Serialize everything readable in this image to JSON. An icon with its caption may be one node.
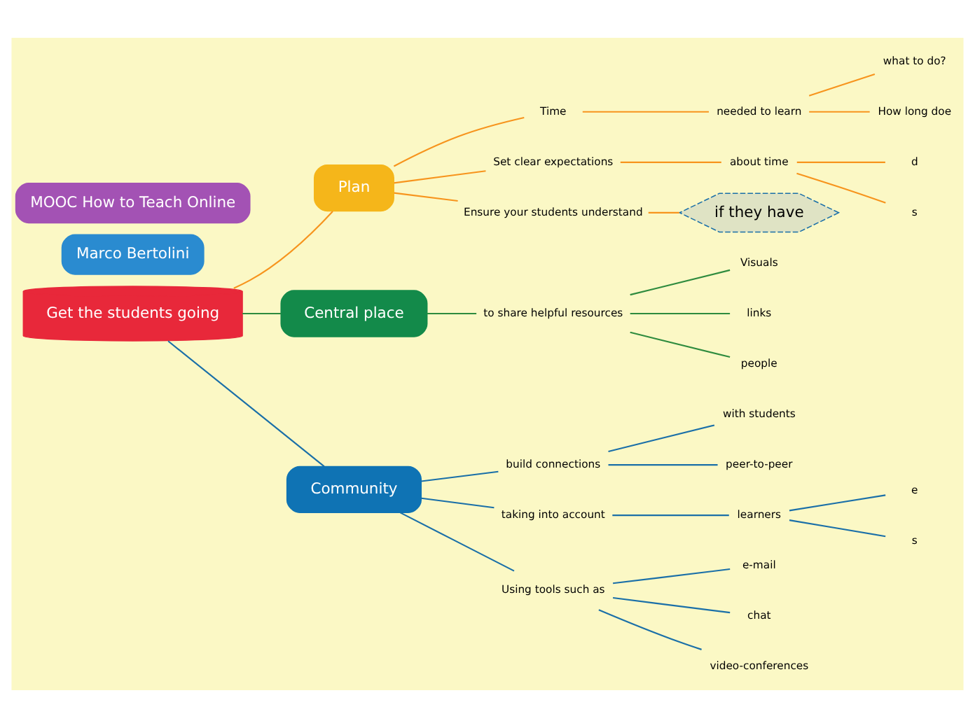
{
  "diagram": {
    "nodes": [
      {
        "text": [
          "Get the students going"
        ]
      },
      {
        "text": [
          "Plan"
        ]
      },
      {
        "text": [
          "Time"
        ]
      },
      {
        "text": [
          "needed to learn"
        ]
      },
      {
        "text": [
          "what to do?"
        ]
      },
      {
        "text": [
          "How long doe"
        ]
      },
      {
        "text": [
          "Set clear expectations"
        ]
      },
      {
        "text": [
          "about time"
        ]
      },
      {
        "text": [
          "d"
        ]
      },
      {
        "text": [
          "s"
        ]
      },
      {
        "text": [
          "Ensure your students understand"
        ]
      },
      {
        "text": [
          "if they have"
        ]
      },
      {
        "text": [
          "Central place"
        ]
      },
      {
        "text": [
          "to share helpful resources"
        ]
      },
      {
        "text": [
          "Visuals"
        ]
      },
      {
        "text": [
          "links"
        ]
      },
      {
        "text": [
          "people"
        ]
      },
      {
        "text": [
          "Community"
        ]
      },
      {
        "text": [
          "build connections"
        ]
      },
      {
        "text": [
          "with students"
        ]
      },
      {
        "text": [
          "peer-to-peer"
        ]
      },
      {
        "text": [
          "taking into account"
        ]
      },
      {
        "text": [
          "learners"
        ]
      },
      {
        "text": [
          "e"
        ]
      },
      {
        "text": [
          "s"
        ]
      },
      {
        "text": [
          "Using tools such as"
        ]
      },
      {
        "text": [
          "e-mail"
        ]
      },
      {
        "text": [
          "chat"
        ]
      },
      {
        "text": [
          "video-conferences"
        ]
      },
      {
        "text": [
          "Marco Bertolini"
        ]
      },
      {
        "text": [
          "MOOC How to Teach Online"
        ]
      }
    ],
    "edges": [
      {
        "from": 0,
        "to": 1,
        "arrow": "none",
        "color": "#f7941d"
      },
      {
        "from": 1,
        "to": 2,
        "arrow": "none",
        "color": "#f7941d"
      },
      {
        "from": 2,
        "to": 3,
        "arrow": "none",
        "color": "#f7941d"
      },
      {
        "from": 3,
        "to": 4,
        "arrow": "none",
        "color": "#f7941d"
      },
      {
        "from": 3,
        "to": 5,
        "arrow": "none",
        "color": "#f7941d"
      },
      {
        "from": 1,
        "to": 6,
        "arrow": "none",
        "color": "#f7941d"
      },
      {
        "from": 6,
        "to": 7,
        "arrow": "none",
        "color": "#f7941d"
      },
      {
        "from": 7,
        "to": 8,
        "arrow": "none",
        "color": "#f7941d"
      },
      {
        "from": 7,
        "to": 9,
        "arrow": "none",
        "color": "#f7941d"
      },
      {
        "from": 1,
        "to": 10,
        "arrow": "none",
        "color": "#f7941d"
      },
      {
        "from": 10,
        "to": 11,
        "arrow": "none",
        "color": "#f7941d"
      },
      {
        "from": 0,
        "to": 12,
        "arrow": "none",
        "color": "#2e8b3e"
      },
      {
        "from": 12,
        "to": 13,
        "arrow": "none",
        "color": "#2e8b3e"
      },
      {
        "from": 13,
        "to": 14,
        "arrow": "none",
        "color": "#2e8b3e"
      },
      {
        "from": 13,
        "to": 15,
        "arrow": "none",
        "color": "#2e8b3e"
      },
      {
        "from": 13,
        "to": 16,
        "arrow": "none",
        "color": "#2e8b3e"
      },
      {
        "from": 0,
        "to": 17,
        "arrow": "none",
        "color": "#1a6fa8"
      },
      {
        "from": 17,
        "to": 18,
        "arrow": "none",
        "color": "#1a6fa8"
      },
      {
        "from": 18,
        "to": 19,
        "arrow": "none",
        "color": "#1a6fa8"
      },
      {
        "from": 18,
        "to": 20,
        "arrow": "none",
        "color": "#1a6fa8"
      },
      {
        "from": 17,
        "to": 21,
        "arrow": "none",
        "color": "#1a6fa8"
      },
      {
        "from": 21,
        "to": 22,
        "arrow": "none",
        "color": "#1a6fa8"
      },
      {
        "from": 22,
        "to": 23,
        "arrow": "none",
        "color": "#1a6fa8"
      },
      {
        "from": 22,
        "to": 24,
        "arrow": "none",
        "color": "#1a6fa8"
      },
      {
        "from": 17,
        "to": 25,
        "arrow": "none",
        "color": "#1a6fa8"
      },
      {
        "from": 25,
        "to": 26,
        "arrow": "none",
        "color": "#1a6fa8"
      },
      {
        "from": 25,
        "to": 27,
        "arrow": "none",
        "color": "#1a6fa8"
      },
      {
        "from": 25,
        "to": 28,
        "arrow": "none",
        "color": "#1a6fa8"
      }
    ]
  }
}
